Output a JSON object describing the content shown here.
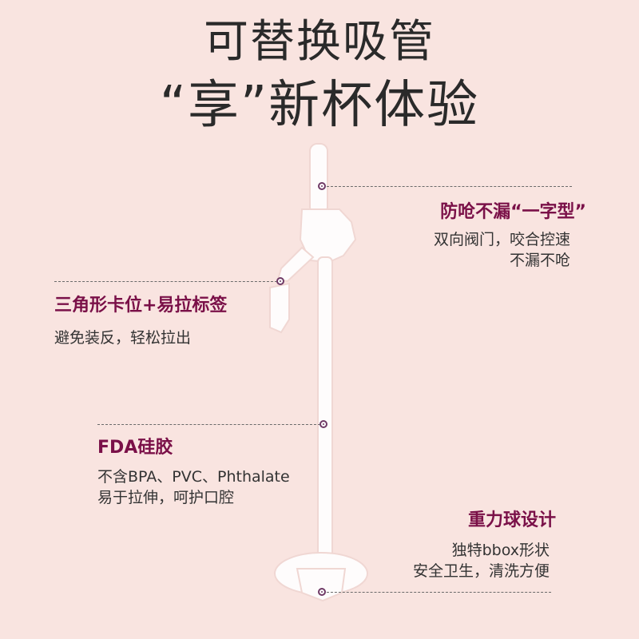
{
  "title": {
    "line1": "可替换吸管",
    "line2": "“享”新杯体验"
  },
  "features": [
    {
      "heading": "防呛不漏“一字型”",
      "desc": [
        "双向阀门，咬合控速",
        "不漏不呛"
      ]
    },
    {
      "heading": "三角形卡位+易拉标签",
      "desc": [
        "避免装反，轻松拉出"
      ]
    },
    {
      "heading": "FDA硅胶",
      "desc": [
        "不含BPA、PVC、Phthalate",
        "易于拉伸，呵护口腔"
      ]
    },
    {
      "heading": "重力球设计",
      "desc": [
        "独特bbox形状",
        "安全卫生，清洗方便"
      ]
    }
  ],
  "colors": {
    "background": "#f9e4e0",
    "heading": "#7a1048",
    "accent_dot": "#6f3a66"
  }
}
